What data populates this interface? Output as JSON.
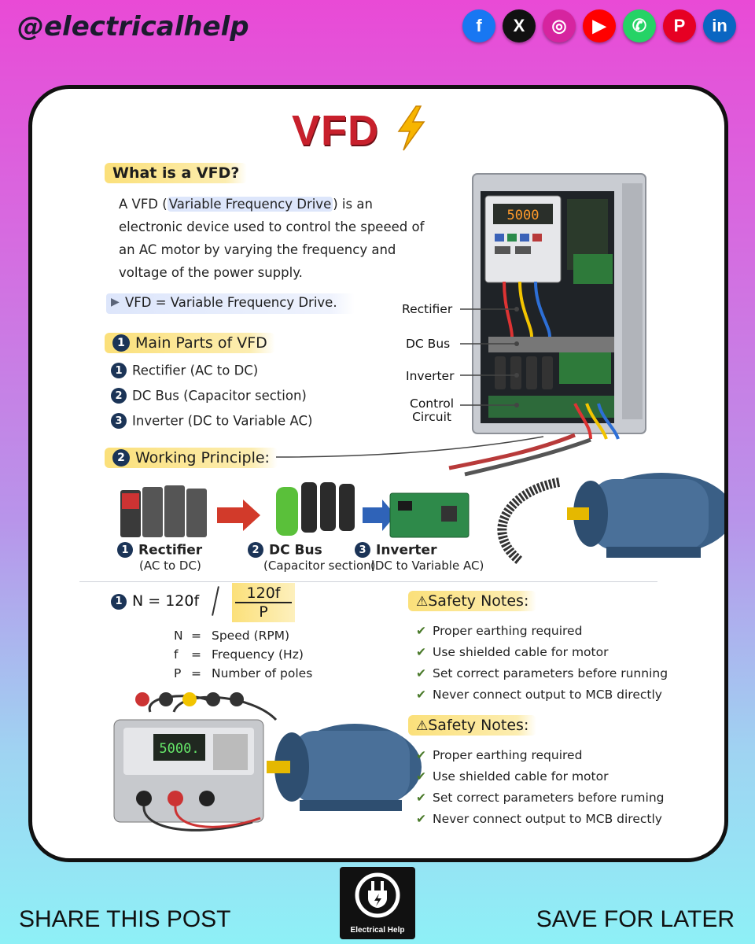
{
  "header": {
    "handle": "@electricalhelp",
    "socials": [
      {
        "icon": "facebook-icon",
        "glyph": "f",
        "color": "#1877f2"
      },
      {
        "icon": "x-icon",
        "glyph": "X",
        "color": "#111111"
      },
      {
        "icon": "instagram-icon",
        "glyph": "◎",
        "color": "#d6249f"
      },
      {
        "icon": "youtube-icon",
        "glyph": "▶",
        "color": "#ff0000"
      },
      {
        "icon": "whatsapp-icon",
        "glyph": "✆",
        "color": "#25d366"
      },
      {
        "icon": "pinterest-icon",
        "glyph": "P",
        "color": "#e60023"
      },
      {
        "icon": "linkedin-icon",
        "glyph": "in",
        "color": "#0a66c2"
      }
    ]
  },
  "card": {
    "title": "VFD",
    "what": {
      "heading": "What is a VFD?",
      "line1_pre": "A VFD (",
      "line1_hl": "Variable Frequency Drive",
      "line1_post": ") is an",
      "line2": "electronic device used to control the speeed of",
      "line3": "an AC motor by varying the frequency and",
      "line4": "voltage of the power supply.",
      "abbrev": "VFD = Variable Frequency Drive."
    },
    "parts": {
      "num": "1",
      "heading": "Main Parts of VFD",
      "items": [
        {
          "num": "1",
          "label": "Rectifier (AC to DC)"
        },
        {
          "num": "2",
          "label": "DC Bus (Capacitor section)"
        },
        {
          "num": "3",
          "label": "Inverter (DC to Variable AC)"
        }
      ]
    },
    "callouts": {
      "rectifier": "Rectifier",
      "dcbus": "DC Bus",
      "inverter": "Inverter",
      "control1": "Control",
      "control2": "Circuit"
    },
    "drive_display": "5000",
    "working": {
      "num": "2",
      "heading": "Working Principle:",
      "stages": [
        {
          "num": "1",
          "title": "Rectifier",
          "sub": "(AC to DC)"
        },
        {
          "num": "2",
          "title": "DC Bus",
          "sub": "(Capacitor section)"
        },
        {
          "num": "3",
          "title": "Inverter",
          "sub": "(DC to Variable AC)"
        }
      ]
    },
    "formula": {
      "num": "1",
      "lhs": "N = 120f",
      "frac_num": "120f",
      "frac_den": "P",
      "legend": [
        {
          "sym": "N",
          "eq": "=",
          "desc": "Speed (RPM)"
        },
        {
          "sym": "f",
          "eq": "=",
          "desc": "Frequency (Hz)"
        },
        {
          "sym": "P",
          "eq": "=",
          "desc": "Number of poles"
        }
      ]
    },
    "meter_display": "5000.",
    "safety1": {
      "heading": "Safety Notes:",
      "items": [
        "Proper earthing required",
        "Use shielded cable for motor",
        "Set correct parameters before running",
        "Never connect output to MCB directly"
      ]
    },
    "safety2": {
      "heading": "Safety Notes:",
      "items": [
        "Proper earthing required",
        "Use shielded cable for motor",
        "Set correct parameters before ruming",
        "Never connect output to MCB directly"
      ]
    }
  },
  "footer": {
    "share": "SHARE THIS POST",
    "save": "SAVE FOR LATER",
    "logo_text": "Electrical Help"
  }
}
